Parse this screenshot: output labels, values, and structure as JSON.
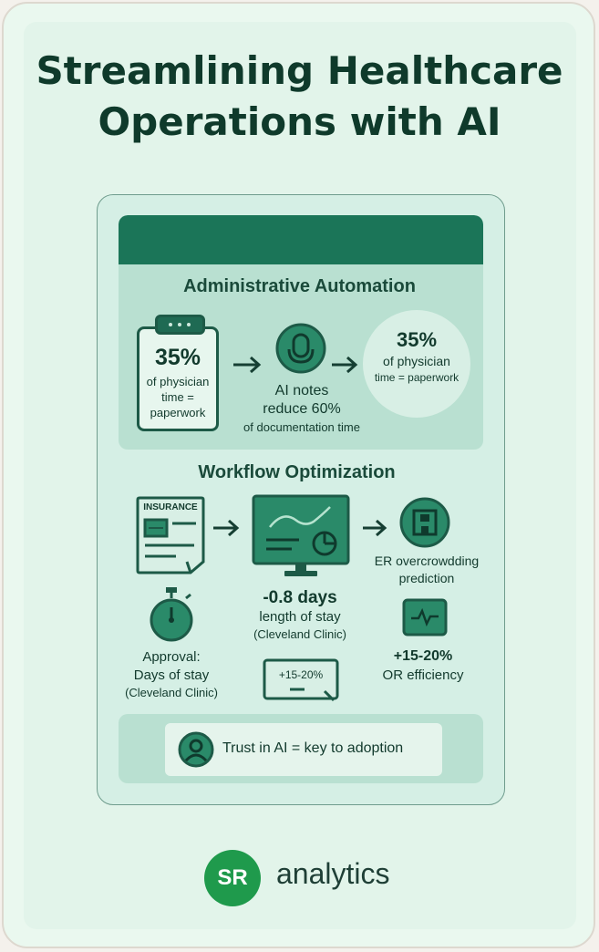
{
  "title": {
    "line1": "Streamlining Healthcare",
    "line2": "Operations with AI"
  },
  "admin": {
    "title": "Administrative Automation",
    "clipboard_pct": "35%",
    "clipboard_l1": "of physician",
    "clipboard_l2": "time =",
    "clipboard_l3": "paperwork",
    "ai_l1": "AI notes",
    "ai_l2": "reduce 60%",
    "ai_l3": "of documentation time",
    "circle_pct": "35%",
    "circle_l1": "of physician",
    "circle_l2": "time = paperwork"
  },
  "workflow": {
    "title": "Workflow Optimization",
    "insurance_label": "INSURANCE",
    "approval_l1": "Approval:",
    "approval_l2": "Days of stay",
    "approval_l3": "(Cleveland Clinic)",
    "los_value": "-0.8 days",
    "los_l1": "length of stay",
    "los_l2": "(Cleveland Clinic)",
    "badge_text": "+15-20%",
    "er_l1": "ER overcrowdding",
    "er_l2": "prediction",
    "or_value": "+15-20%",
    "or_label": "OR efficiency"
  },
  "trust": {
    "text": "Trust in AI = key to adoption"
  },
  "brand": {
    "logo_initials": "SR",
    "logo_text": "analytics"
  },
  "colors": {
    "dark_green": "#1d5a47",
    "accent_green": "#1b7558",
    "panel": "#b9e0d1",
    "logo_green": "#1f9a4c"
  }
}
